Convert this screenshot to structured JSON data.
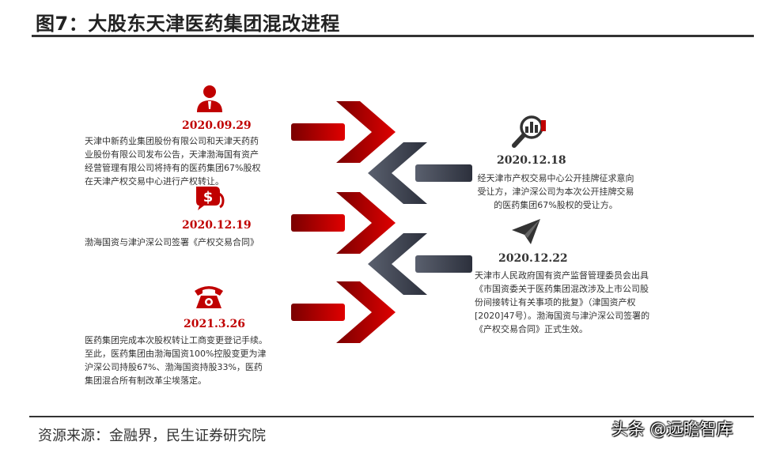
{
  "header": {
    "title": "图7：大股东天津医药集团混改进程"
  },
  "events": [
    {
      "date": "2020.09.29",
      "text": "天津中新药业集团股份有限公司和天津天药药业股份有限公司发布公告，天津渤海国有资产经营管理有限公司将持有的医药集团67%股权在天津产权交易中心进行产权转让。",
      "icon": "person-icon"
    },
    {
      "date": "2020.12.19",
      "text": "渤海国资与津沪深公司签署《产权交易合同》",
      "icon": "money-bag-icon"
    },
    {
      "date": "2021.3.26",
      "text": "医药集团完成本次股权转让工商变更登记手续。至此，医药集团由渤海国资100%控股变更为津沪深公司持股67%、渤海国资持股33%，医药集团混合所有制改革尘埃落定。",
      "icon": "telephone-icon"
    },
    {
      "date": "2020.12.18",
      "text": "经天津市产权交易中心公开挂牌征求意向受让方，津沪深公司为本次公开挂牌交易的医药集团67%股权的受让方。",
      "icon": "magnifier-chart-icon"
    },
    {
      "date": "2020.12.22",
      "text": "天津市人民政府国有资产监督管理委员会出具《市国资委关于医药集团混改涉及上市公司股份间接转让有关事项的批复》（津国资产权[2020]47号）。渤海国资与津沪深公司签署的《产权交易合同》正式生效。",
      "icon": "paper-plane-icon"
    }
  ],
  "footer": {
    "source": "资源来源：金融界，民生证券研究院",
    "watermark": "头条 @远瞻智库"
  },
  "colors": {
    "red": "#c00000",
    "dark_red": "#7a0000",
    "dark": "#333333",
    "slate": "#3d4250"
  }
}
